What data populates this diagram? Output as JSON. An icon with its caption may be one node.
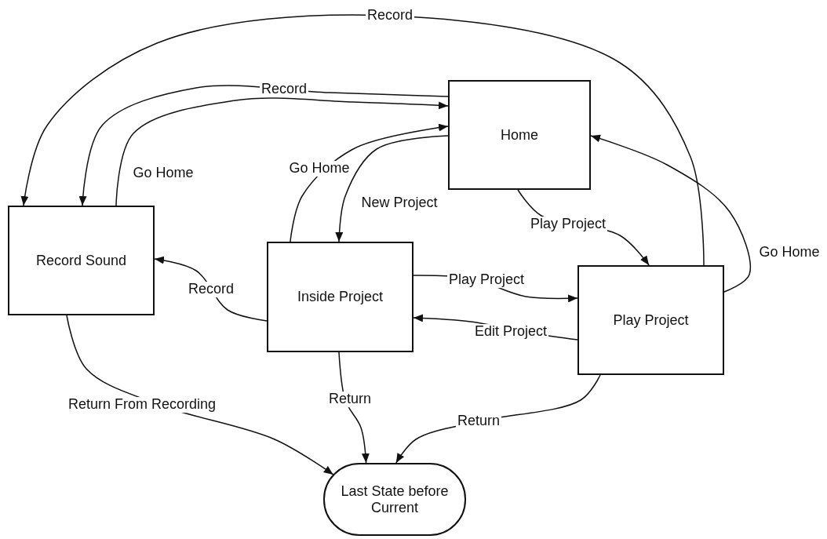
{
  "diagram": {
    "nodes": [
      {
        "text": [
          "Home"
        ]
      },
      {
        "text": [
          "Record Sound"
        ]
      },
      {
        "text": [
          "Inside Project"
        ]
      },
      {
        "text": [
          "Play Project"
        ]
      },
      {
        "text": [
          "Last State before Current"
        ]
      }
    ],
    "edges": [
      {
        "from": 3,
        "to": 1,
        "arrow": "to",
        "label": "Record"
      },
      {
        "from": 0,
        "to": 1,
        "arrow": "to",
        "label": "Record"
      },
      {
        "from": 1,
        "to": 0,
        "arrow": "to",
        "label": "Go Home"
      },
      {
        "from": 2,
        "to": 0,
        "arrow": "to",
        "label": "Go Home"
      },
      {
        "from": 0,
        "to": 2,
        "arrow": "to",
        "label": "New Project"
      },
      {
        "from": 0,
        "to": 3,
        "arrow": "to",
        "label": "Play Project"
      },
      {
        "from": 3,
        "to": 0,
        "arrow": "to",
        "label": "Go Home"
      },
      {
        "from": 2,
        "to": 1,
        "arrow": "to",
        "label": "Record"
      },
      {
        "from": 2,
        "to": 3,
        "arrow": "to",
        "label": "Play Project"
      },
      {
        "from": 3,
        "to": 2,
        "arrow": "to",
        "label": "Edit Project"
      },
      {
        "from": 1,
        "to": 4,
        "arrow": "to",
        "label": "Return From Recording"
      },
      {
        "from": 2,
        "to": 4,
        "arrow": "to",
        "label": "Return"
      },
      {
        "from": 3,
        "to": 4,
        "arrow": "to",
        "label": "Return"
      }
    ]
  }
}
